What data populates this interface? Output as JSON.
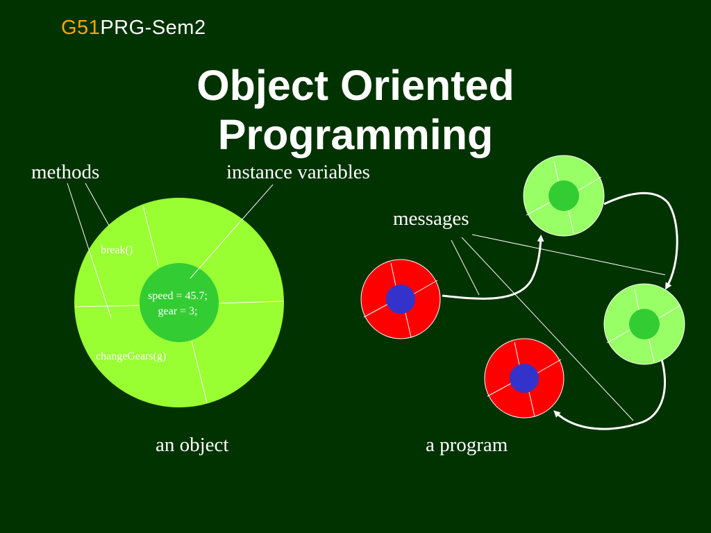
{
  "header": {
    "course_code": "G51",
    "course_rest": "PRG-Sem2"
  },
  "title": {
    "line1": "Object Oriented",
    "line2": "Programming"
  },
  "object_diagram": {
    "label_methods": "methods",
    "label_instance_variables": "instance variables",
    "method_break": "break()",
    "method_change_gears": "changeGears(g)",
    "var_speed": "speed = 45.7;",
    "var_gear": "gear = 3;",
    "caption": "an object"
  },
  "program_diagram": {
    "label_messages": "messages",
    "caption": "a program"
  },
  "colors": {
    "background": "#003300",
    "object_outer": "#99ff33",
    "object_inner": "#33cc33",
    "program_green_outer": "#99ff66",
    "program_green_inner": "#33cc33",
    "program_red_outer": "#ff0000",
    "program_red_inner": "#3333cc",
    "course_code": "#ffa500"
  }
}
